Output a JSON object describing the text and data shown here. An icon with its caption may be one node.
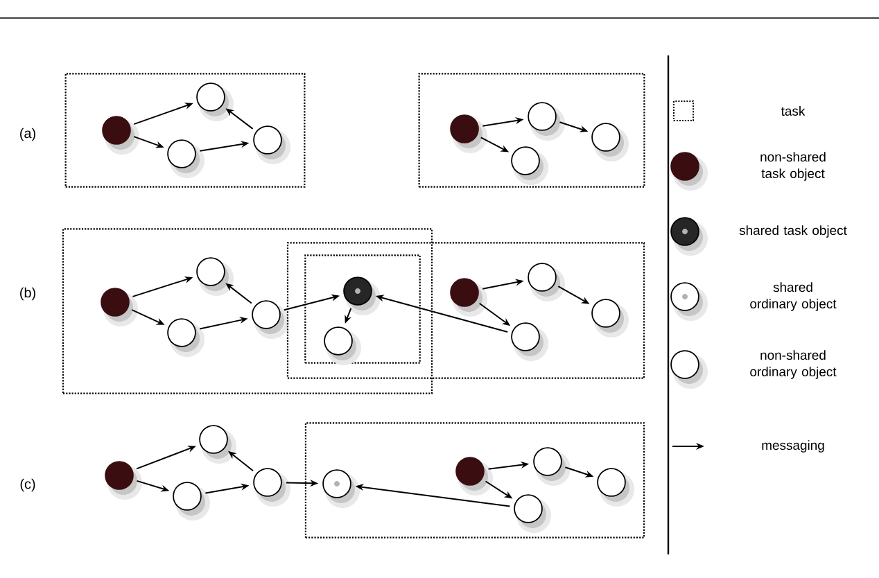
{
  "diagram": {
    "nodes": [
      {
        "text": [],
        "shape": "box"
      },
      {
        "text": [],
        "shape": "circle",
        "in": 0
      },
      {
        "text": [],
        "shape": "circle",
        "in": 0
      },
      {
        "text": [],
        "shape": "circle",
        "in": 0
      },
      {
        "text": [],
        "shape": "circle",
        "in": 0
      },
      {
        "text": [],
        "shape": "box"
      },
      {
        "text": [],
        "shape": "circle",
        "in": 5
      },
      {
        "text": [],
        "shape": "circle",
        "in": 5
      },
      {
        "text": [],
        "shape": "circle",
        "in": 5
      },
      {
        "text": [],
        "shape": "circle",
        "in": 5
      },
      {
        "text": [],
        "shape": "box"
      },
      {
        "text": [],
        "shape": "circle",
        "in": 10
      },
      {
        "text": [],
        "shape": "circle",
        "in": 10
      },
      {
        "text": [],
        "shape": "circle",
        "in": 10
      },
      {
        "text": [],
        "shape": "circle",
        "in": 10
      },
      {
        "text": [],
        "shape": "box"
      },
      {
        "text": [],
        "shape": "box"
      },
      {
        "text": [],
        "shape": "circle",
        "in": 16
      },
      {
        "text": [],
        "shape": "circle",
        "in": 16
      },
      {
        "text": [],
        "shape": "circle",
        "in": 15
      },
      {
        "text": [],
        "shape": "circle",
        "in": 15
      },
      {
        "text": [],
        "shape": "circle",
        "in": 15
      },
      {
        "text": [],
        "shape": "circle",
        "in": 15
      },
      {
        "text": [],
        "shape": "circle"
      },
      {
        "text": [],
        "shape": "circle"
      },
      {
        "text": [],
        "shape": "circle"
      },
      {
        "text": [],
        "shape": "circle"
      },
      {
        "text": [],
        "shape": "box"
      },
      {
        "text": [],
        "shape": "circle",
        "in": 27
      },
      {
        "text": [],
        "shape": "circle",
        "in": 27
      },
      {
        "text": [],
        "shape": "circle",
        "in": 27
      },
      {
        "text": [],
        "shape": "circle",
        "in": 27
      },
      {
        "text": [],
        "shape": "circle",
        "in": 27
      }
    ],
    "edges": [
      {
        "from": 1,
        "to": 2,
        "arrow": "to"
      },
      {
        "from": 1,
        "to": 3,
        "arrow": "to"
      },
      {
        "from": 3,
        "to": 4,
        "arrow": "to"
      },
      {
        "from": 4,
        "to": 2,
        "arrow": "to"
      },
      {
        "from": 6,
        "to": 7,
        "arrow": "to"
      },
      {
        "from": 7,
        "to": 8,
        "arrow": "to"
      },
      {
        "from": 6,
        "to": 9,
        "arrow": "to"
      },
      {
        "from": 11,
        "to": 12,
        "arrow": "to"
      },
      {
        "from": 11,
        "to": 13,
        "arrow": "to"
      },
      {
        "from": 13,
        "to": 14,
        "arrow": "to"
      },
      {
        "from": 14,
        "to": 12,
        "arrow": "to"
      },
      {
        "from": 14,
        "to": 17,
        "arrow": "to"
      },
      {
        "from": 17,
        "to": 18,
        "arrow": "to"
      },
      {
        "from": 22,
        "to": 17,
        "arrow": "to"
      },
      {
        "from": 19,
        "to": 20,
        "arrow": "to"
      },
      {
        "from": 20,
        "to": 21,
        "arrow": "to"
      },
      {
        "from": 19,
        "to": 22,
        "arrow": "to"
      },
      {
        "from": 23,
        "to": 24,
        "arrow": "to"
      },
      {
        "from": 23,
        "to": 25,
        "arrow": "to"
      },
      {
        "from": 25,
        "to": 26,
        "arrow": "to"
      },
      {
        "from": 26,
        "to": 24,
        "arrow": "to"
      },
      {
        "from": 26,
        "to": 28,
        "arrow": "to"
      },
      {
        "from": 32,
        "to": 28,
        "arrow": "to"
      },
      {
        "from": 29,
        "to": 30,
        "arrow": "to"
      },
      {
        "from": 30,
        "to": 31,
        "arrow": "to"
      },
      {
        "from": 29,
        "to": 32,
        "arrow": "to"
      }
    ],
    "labels": [
      "(a)",
      "(b)",
      "(c)"
    ],
    "legend": [
      {
        "text": "task"
      },
      {
        "text": "non-shared task object"
      },
      {
        "text": "shared task object"
      },
      {
        "text": "shared ordinary object"
      },
      {
        "text": "non-shared ordinary object"
      },
      {
        "text": "messaging"
      }
    ]
  }
}
